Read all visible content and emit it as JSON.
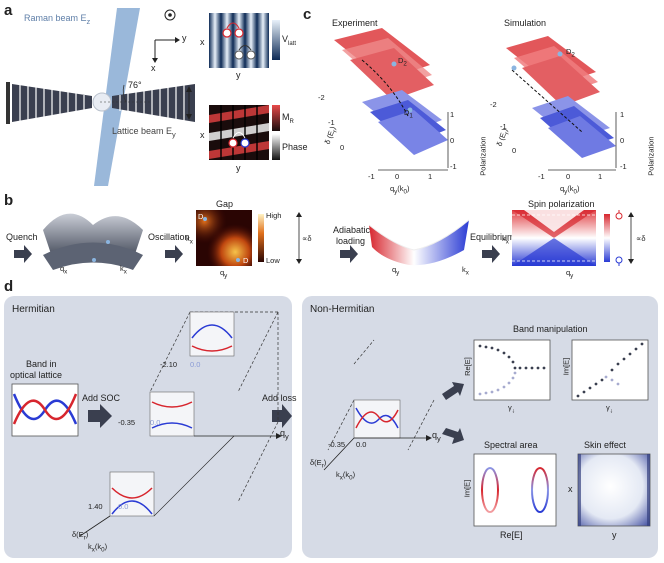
{
  "panel_labels": {
    "a": "a",
    "b": "b",
    "c": "c",
    "d": "d"
  },
  "panel_a": {
    "raman_label": "Raman beam E",
    "raman_sub": "z",
    "lattice_label": "Lattice beam E",
    "lattice_sub": "y",
    "angle_label": "76°",
    "axis_x": "x",
    "axis_y": "y",
    "top_map_xlabel": "y",
    "top_map_ylabel": "x",
    "top_bar_label": "V",
    "top_bar_sub": "latt",
    "bottom_map_xlabel": "y",
    "bottom_map_ylabel": "x",
    "bottom_bar1_label": "M",
    "bottom_bar1_sub": "R",
    "bottom_bar2_label": "Phase"
  },
  "panel_c": {
    "experiment_title": "Experiment",
    "simulation_title": "Simulation",
    "point_d1": "D",
    "point_d1_sub": "1",
    "point_d2": "D",
    "point_d2_sub": "2",
    "delta_axis_label": "δ (E",
    "delta_axis_sub": "r",
    "delta_ticks": [
      "-2",
      "-1",
      "0"
    ],
    "q_axis_label": "q",
    "q_axis_sub": "y",
    "q_axis_unit": "(k",
    "q_axis_unit_sub": "0",
    "q_ticks": [
      "-1",
      "0",
      "1"
    ],
    "pol_axis_label": "Polarization",
    "pol_ticks": [
      "1",
      "0",
      "-1"
    ]
  },
  "panel_b": {
    "step1": "Quench",
    "step2": "Oscillation",
    "step3_line1": "Adiabatic",
    "step3_line2": "loading",
    "step4": "Equilibrium",
    "gap_title": "Gap",
    "gap_high": "High",
    "gap_low": "Low",
    "gap_xlabel": "q",
    "gap_ylabel": "k",
    "delta_prop": "∝δ",
    "spin_title": "Spin polarization",
    "spin_xlabel": "q",
    "spin_ylabel": "k",
    "surface_qx": "q",
    "surface_kx": "k",
    "loading_qy": "q",
    "loading_kx": "k",
    "d1": "D",
    "d2": "D"
  },
  "panel_d": {
    "hermitian_title": "Hermitian",
    "nonhermitian_title": "Non-Hermitian",
    "band_text_line1": "Band in",
    "band_text_line2": "optical lattice",
    "add_soc": "Add SOC",
    "add_loss": "Add loss",
    "stack_ticks": [
      "-2.10",
      "-0.35",
      "1.40"
    ],
    "zero_label": "0.0",
    "qy_label": "q",
    "delta_label": "δ(E",
    "kx_label": "k",
    "nh_ticks": [
      "-0.35",
      "0.0"
    ],
    "band_manipulation": "Band manipulation",
    "re_e": "Re[E]",
    "im_e": "Im[E]",
    "gamma": "γ",
    "spectral_area": "Spectral area",
    "skin_effect": "Skin effect",
    "skin_x": "x",
    "skin_y": "y"
  },
  "colors": {
    "red": "#d7262e",
    "blue": "#2a3bd4",
    "panel_bg": "#d6dbe6",
    "raman": "#8fb0d6",
    "dark": "#3a3f4f"
  }
}
